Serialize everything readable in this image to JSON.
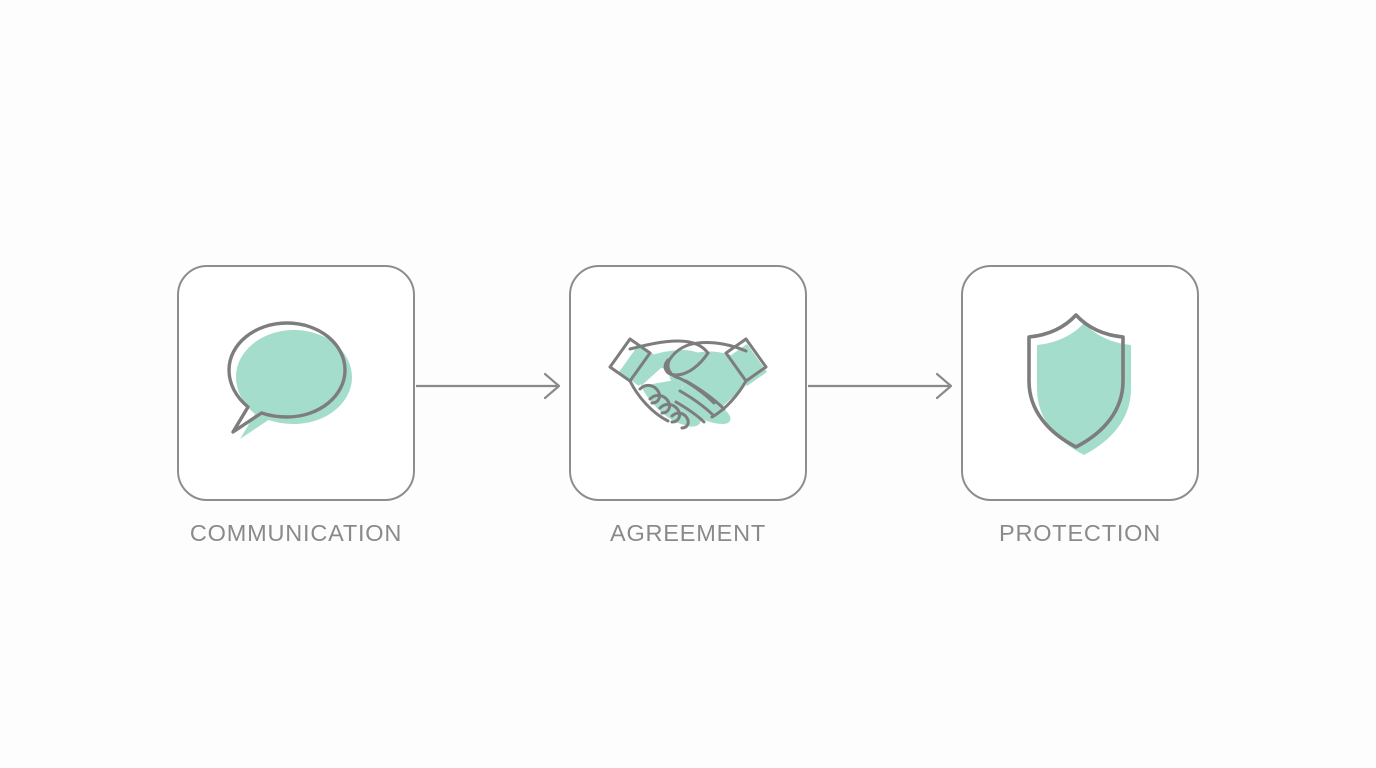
{
  "diagram": {
    "type": "linear-process-flow",
    "orientation": "horizontal",
    "background_color": "#fdfdfd",
    "accent_color": "#a5ddcd",
    "outline_color": "#8a8a8a",
    "card_border_color": "#8d8d8d",
    "label_color": "#8a8a8a",
    "steps": [
      {
        "id": "communication",
        "index": 1,
        "label": "COMMUNICATION",
        "icon": "speech-bubble-icon"
      },
      {
        "id": "agreement",
        "index": 2,
        "label": "AGREEMENT",
        "icon": "handshake-icon"
      },
      {
        "id": "protection",
        "index": 3,
        "label": "PROTECTION",
        "icon": "shield-icon"
      }
    ],
    "connectors": [
      {
        "id": "connector-1",
        "from": "communication",
        "to": "agreement",
        "style": "arrow-right"
      },
      {
        "id": "connector-2",
        "from": "agreement",
        "to": "protection",
        "style": "arrow-right"
      }
    ]
  }
}
